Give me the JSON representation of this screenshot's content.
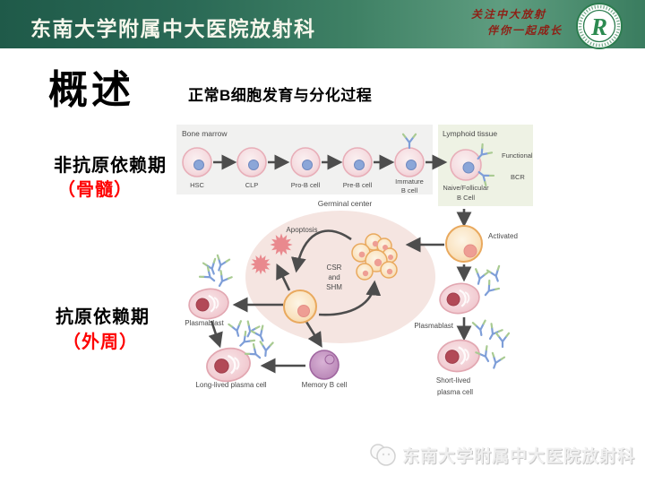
{
  "header": {
    "department": "东南大学附属中大医院放射科",
    "slogan_line1": "关注中大放射",
    "slogan_line2": "伴你一起成长",
    "logo_letter": "R"
  },
  "slide": {
    "title": "概述",
    "subtitle": "正常B细胞发育与分化过程",
    "stage_labels": [
      {
        "name": "非抗原依赖期",
        "location": "（骨髓）"
      },
      {
        "name": "抗原依赖期",
        "location": "（外周）"
      }
    ]
  },
  "diagram": {
    "regions": {
      "bone_marrow": "Bone marrow",
      "lymphoid_tissue": "Lymphoid tissue",
      "germinal_center": "Germinal center"
    },
    "cells": {
      "hsc": "HSC",
      "clp": "CLP",
      "pro_b": "Pro-B cell",
      "pre_b": "Pre-B cell",
      "immature_line1": "Immature",
      "immature_line2": "B cell",
      "naive_line1": "Naive/Follicular",
      "naive_line2": "B Cell",
      "activated": "Activated",
      "plasmablast_left": "Plasmablast",
      "plasmablast_right": "Plasmablast",
      "long_lived": "Long-lived plasma cell",
      "memory": "Memory B cell",
      "short_lived_line1": "Short-lived",
      "short_lived_line2": "plasma cell"
    },
    "annotations": {
      "functional": "Functional",
      "bcr": "BCR",
      "apoptosis": "Apoptosis",
      "csr_line1": "CSR",
      "csr_line2": "and",
      "csr_line3": "SHM"
    }
  },
  "footer": {
    "watermark": "东南大学附属中大医院放射科"
  },
  "colors": {
    "header_green_dark": "#1f5a49",
    "header_green_light": "#5f9d80",
    "slogan_red": "#8e1f15",
    "stage_highlight_red": "#fe0000",
    "logo_green": "#2c7d4f",
    "arrow_gray": "#4d4d4d",
    "pink_cell": "#f5dce0",
    "orange_cell": "#fae3c0",
    "plasma_cell": "#f0c9cf",
    "memory_purple": "#b983b7",
    "germinal_center_bg": "#f5e5e1"
  }
}
